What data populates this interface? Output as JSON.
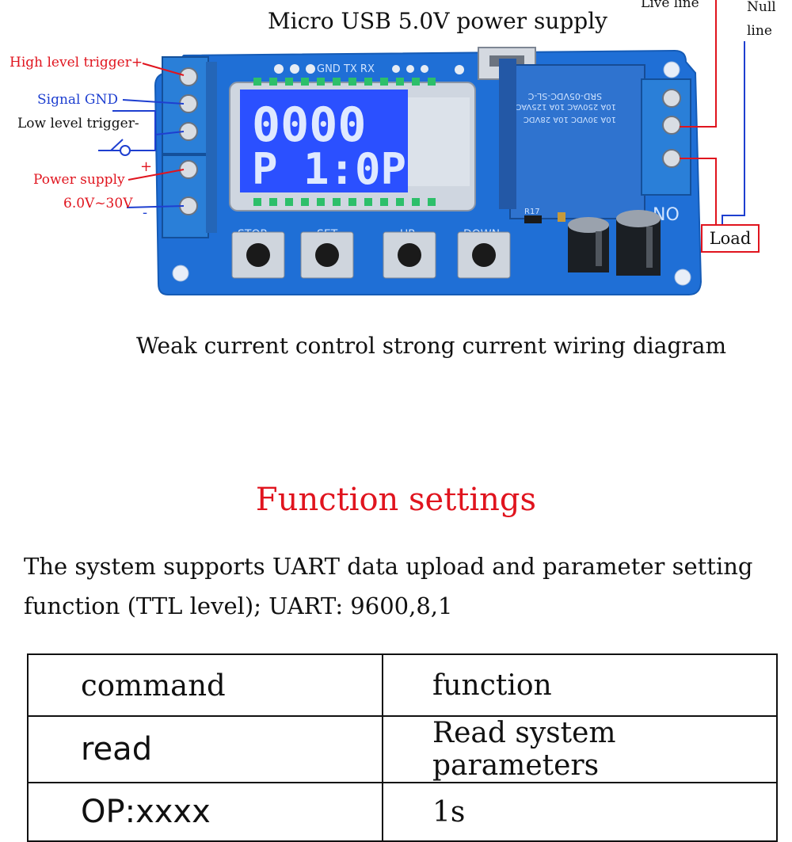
{
  "captions": {
    "usb": "Micro USB 5.0V power supply",
    "live_line": "Live line",
    "null_line": "Null line",
    "wiring": "Weak current control strong current wiring diagram"
  },
  "terminals": {
    "high_trigger": "High level trigger+",
    "signal_gnd": "Signal GND",
    "low_trigger": "Low level trigger-",
    "power_supply": "Power supply",
    "voltage": "6.0V~30V",
    "plus": "+",
    "minus": "-"
  },
  "load": "Load",
  "board": {
    "lcd_line1": "0000",
    "lcd_line2": "P 1:0P",
    "header_pins": "GND TX RX",
    "buttons": [
      "STOP",
      "SET",
      "UP",
      "DOWN"
    ],
    "relay_text": [
      "SRD-05VDC-SL-C",
      "10A 250VAC 10A 125VAC",
      "10A 30VDC 10A 28VDC"
    ],
    "no_label": "NO",
    "resistor_label": "R17"
  },
  "section": {
    "title": "Function settings",
    "description": "The system supports UART data upload and parameter setting function (TTL level); UART: 9600,8,1"
  },
  "table": {
    "headers": [
      "command",
      "function"
    ],
    "rows": [
      [
        "read",
        "Read system parameters"
      ],
      [
        "OP:xxxx",
        "1s"
      ]
    ]
  },
  "colors": {
    "pcb": "#1f6fd6",
    "lcd": "#2b50ff",
    "terminal_block": "#2a7fd8",
    "relay": "#2f73cf",
    "accent_red": "#e0141e",
    "accent_blue": "#1e3fd0"
  }
}
